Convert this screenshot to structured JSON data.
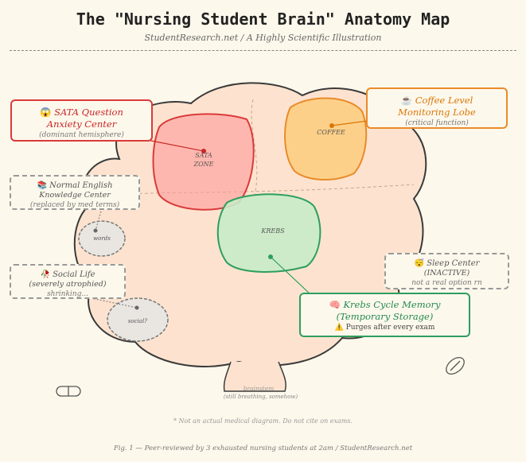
{
  "header": {
    "title": "The \"Nursing Student Brain\" Anatomy Map",
    "subtitle": "StudentResearch.net  /  A Highly Scientific Illustration"
  },
  "regions": {
    "sata_label_1": "SATA",
    "sata_label_2": "ZONE",
    "coffee_label": "COFFEE",
    "krebs_label": "KREBS",
    "words_label": "words",
    "social_label": "social?",
    "brainstem_label": "brainstem",
    "brainstem_note": "(still breathing, somehow)"
  },
  "callouts": {
    "sata": {
      "icon": "scream-face-icon",
      "line1": "SATA Question",
      "line2": "Anxiety Center",
      "note": "(dominant hemisphere)",
      "color": "#d93b3b"
    },
    "coffee": {
      "icon": "coffee-cup-icon",
      "line1": "Coffee Level",
      "line2": "Monitoring Lobe",
      "note": "(critical function)",
      "color": "#e98b2a"
    },
    "english": {
      "icon": "books-icon",
      "line1": "Normal English",
      "line2": "Knowledge Center",
      "note": "(replaced by med terms)"
    },
    "social": {
      "icon": "wilted-flower-icon",
      "line1": "Social Life",
      "line2": "(severely atrophied)",
      "note": "shrinking..."
    },
    "sleep": {
      "icon": "sleeping-face-icon",
      "line1": "Sleep Center",
      "line2": "(INACTIVE)",
      "note": "not a real option rn"
    },
    "krebs": {
      "icon": "warning-icon",
      "line1": "Krebs Cycle Memory",
      "line2": "(Temporary Storage)",
      "note": "Purges after every exam",
      "color": "#2e9e5e"
    }
  },
  "footnote": "* Not an actual medical diagram. Do not cite on exams.",
  "caption": "Fig. 1 — Peer-reviewed by 3 exhausted nursing students at 2am  /  StudentResearch.net"
}
